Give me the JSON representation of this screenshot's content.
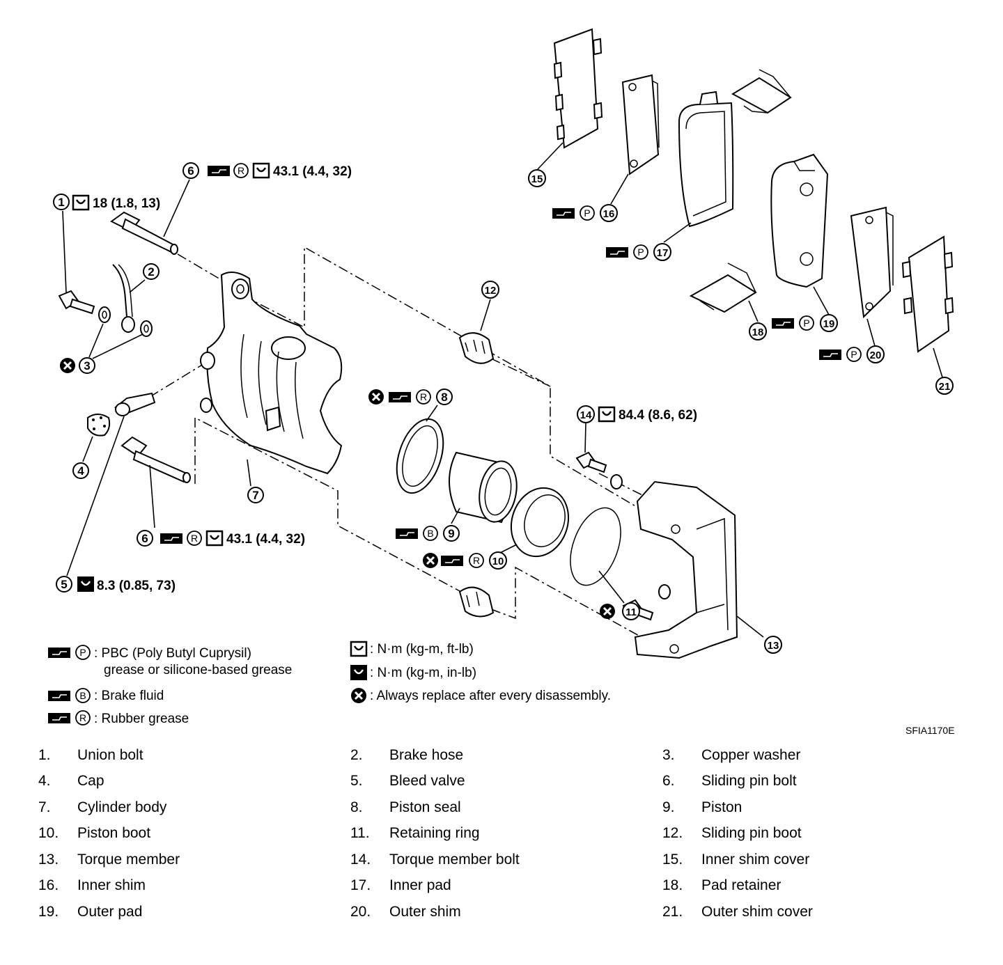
{
  "callouts": [
    {
      "id": "c1",
      "number": "1",
      "spec": "18 (1.8, 13)"
    },
    {
      "id": "c2",
      "number": "2",
      "spec": ""
    },
    {
      "id": "c3",
      "number": "3",
      "spec": ""
    },
    {
      "id": "c4",
      "number": "4",
      "spec": ""
    },
    {
      "id": "c5",
      "number": "5",
      "spec": "8.3 (0.85, 73)"
    },
    {
      "id": "c6a",
      "number": "6",
      "spec": "43.1 (4.4, 32)"
    },
    {
      "id": "c6b",
      "number": "6",
      "spec": "43.1 (4.4, 32)"
    },
    {
      "id": "c7",
      "number": "7",
      "spec": ""
    },
    {
      "id": "c8",
      "number": "8",
      "spec": ""
    },
    {
      "id": "c9",
      "number": "9",
      "spec": ""
    },
    {
      "id": "c10",
      "number": "10",
      "spec": ""
    },
    {
      "id": "c11",
      "number": "11",
      "spec": ""
    },
    {
      "id": "c12",
      "number": "12",
      "spec": ""
    },
    {
      "id": "c13",
      "number": "13",
      "spec": ""
    },
    {
      "id": "c14",
      "number": "14",
      "spec": "84.4 (8.6, 62)"
    },
    {
      "id": "c15",
      "number": "15",
      "spec": ""
    },
    {
      "id": "c16",
      "number": "16",
      "spec": ""
    },
    {
      "id": "c17",
      "number": "17",
      "spec": ""
    },
    {
      "id": "c18",
      "number": "18",
      "spec": ""
    },
    {
      "id": "c19",
      "number": "19",
      "spec": ""
    },
    {
      "id": "c20",
      "number": "20",
      "spec": ""
    },
    {
      "id": "c21",
      "number": "21",
      "spec": ""
    }
  ],
  "symbols": {
    "P": "P",
    "B": "B",
    "R": "R"
  },
  "legend": {
    "pbc_line1": ": PBC (Poly Butyl Cuprysil)",
    "pbc_line2": "grease or silicone-based grease",
    "brake_fluid": ": Brake fluid",
    "rubber_grease": ": Rubber grease",
    "torque_ftlb": ": N·m (kg-m, ft-lb)",
    "torque_inlb": ": N·m (kg-m, in-lb)",
    "replace": ": Always replace after every disassembly."
  },
  "figure_code": "SFIA1170E",
  "parts": [
    {
      "num": "1.",
      "name": "Union bolt"
    },
    {
      "num": "2.",
      "name": "Brake hose"
    },
    {
      "num": "3.",
      "name": "Copper washer"
    },
    {
      "num": "4.",
      "name": "Cap"
    },
    {
      "num": "5.",
      "name": "Bleed valve"
    },
    {
      "num": "6.",
      "name": "Sliding pin bolt"
    },
    {
      "num": "7.",
      "name": "Cylinder body"
    },
    {
      "num": "8.",
      "name": "Piston seal"
    },
    {
      "num": "9.",
      "name": "Piston"
    },
    {
      "num": "10.",
      "name": "Piston boot"
    },
    {
      "num": "11.",
      "name": "Retaining ring"
    },
    {
      "num": "12.",
      "name": "Sliding pin boot"
    },
    {
      "num": "13.",
      "name": "Torque member"
    },
    {
      "num": "14.",
      "name": "Torque member bolt"
    },
    {
      "num": "15.",
      "name": "Inner shim cover"
    },
    {
      "num": "16.",
      "name": "Inner shim"
    },
    {
      "num": "17.",
      "name": "Inner pad"
    },
    {
      "num": "18.",
      "name": "Pad retainer"
    },
    {
      "num": "19.",
      "name": "Outer pad"
    },
    {
      "num": "20.",
      "name": "Outer shim"
    },
    {
      "num": "21.",
      "name": "Outer shim cover"
    }
  ]
}
